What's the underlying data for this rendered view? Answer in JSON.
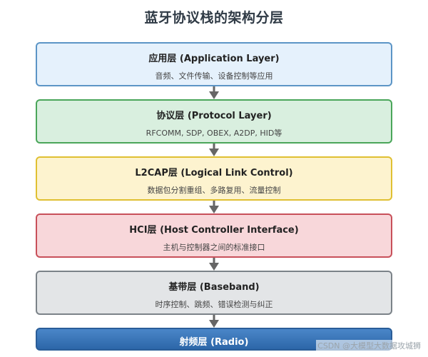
{
  "title": "蓝牙协议栈的架构分层",
  "layers": [
    {
      "name": "应用层 (Application Layer)",
      "desc": "音频、文件传输、设备控制等应用",
      "fill": "#e5f1fc",
      "border": "#5c95c6"
    },
    {
      "name": "协议层 (Protocol Layer)",
      "desc": "RFCOMM, SDP, OBEX, A2DP, HID等",
      "fill": "#d9efdf",
      "border": "#4aa65a"
    },
    {
      "name": "L2CAP层 (Logical Link Control)",
      "desc": "数据包分割重组、多路复用、流量控制",
      "fill": "#fdf3cf",
      "border": "#e0c032"
    },
    {
      "name": "HCI层 (Host Controller Interface)",
      "desc": "主机与控制器之间的标准接口",
      "fill": "#f8d7da",
      "border": "#c8505a"
    },
    {
      "name": "基带层 (Baseband)",
      "desc": "时序控制、跳频、错误检测与纠正",
      "fill": "#e3e5e7",
      "border": "#7b8288"
    },
    {
      "name": "射频层 (Radio)",
      "fill": "#3a78bb",
      "border": "#2a5d98"
    }
  ],
  "watermark": "CSDN @大模型大数据攻城狮",
  "arrow_color": "#666666"
}
